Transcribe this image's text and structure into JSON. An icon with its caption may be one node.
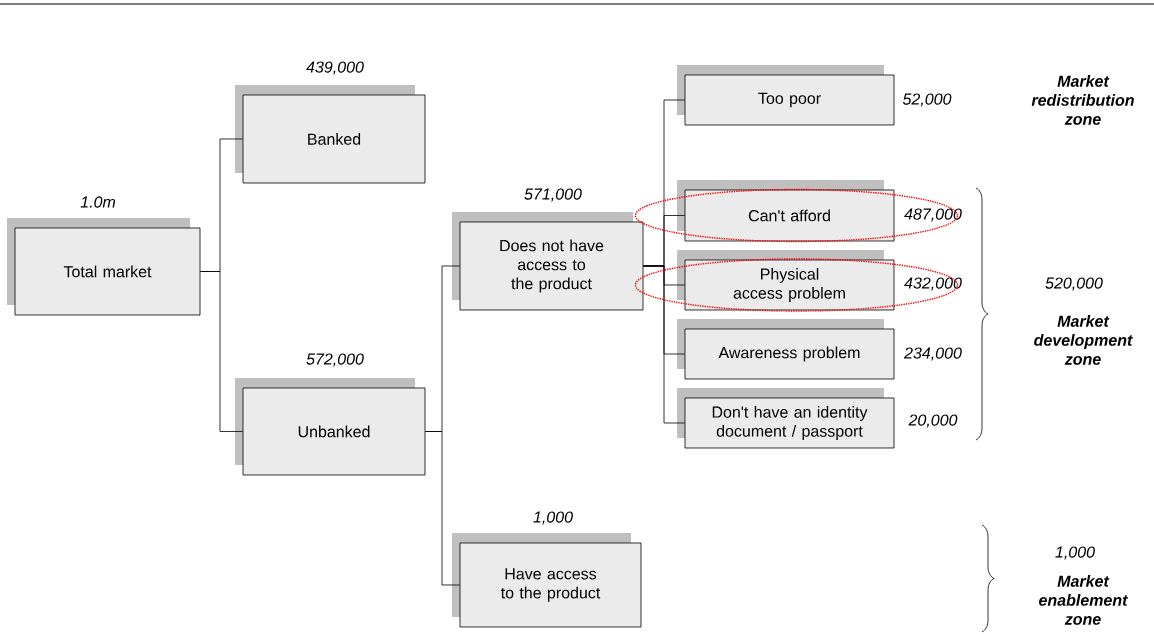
{
  "diagram": {
    "nodes": [
      {
        "text": [
          "Total market"
        ],
        "beside": [
          "1.0m"
        ]
      },
      {
        "text": [
          "Banked"
        ],
        "beside": [
          "439,000"
        ]
      },
      {
        "text": [
          "Unbanked"
        ],
        "beside": [
          "572,000"
        ]
      },
      {
        "text": [
          "Does not have access to the product"
        ],
        "beside": [
          "571,000"
        ]
      },
      {
        "text": [
          "Have access to the product"
        ],
        "beside": [
          "1,000"
        ]
      },
      {
        "text": [
          "Too poor"
        ],
        "beside": [
          "52,000"
        ]
      },
      {
        "text": [
          "Can't afford"
        ],
        "beside": [
          "487,000"
        ]
      },
      {
        "text": [
          "Physical access problem"
        ],
        "beside": [
          "432,000"
        ]
      },
      {
        "text": [
          "Awareness problem"
        ],
        "beside": [
          "234,000"
        ]
      },
      {
        "text": [
          "Don't have an identity document / passport"
        ],
        "beside": [
          "20,000"
        ]
      }
    ],
    "edges": [
      {
        "from": 0,
        "to": 1,
        "arrow": "none"
      },
      {
        "from": 0,
        "to": 2,
        "arrow": "none"
      },
      {
        "from": 2,
        "to": 3,
        "arrow": "none"
      },
      {
        "from": 2,
        "to": 4,
        "arrow": "none"
      },
      {
        "from": 3,
        "to": 5,
        "arrow": "none"
      },
      {
        "from": 3,
        "to": 6,
        "arrow": "none"
      },
      {
        "from": 3,
        "to": 7,
        "arrow": "none"
      },
      {
        "from": 3,
        "to": 8,
        "arrow": "none"
      },
      {
        "from": 3,
        "to": 9,
        "arrow": "none"
      }
    ],
    "labels": [
      "Market redistribution zone",
      "520,000",
      "Market development zone",
      "1,000",
      "Market enablement zone"
    ]
  }
}
